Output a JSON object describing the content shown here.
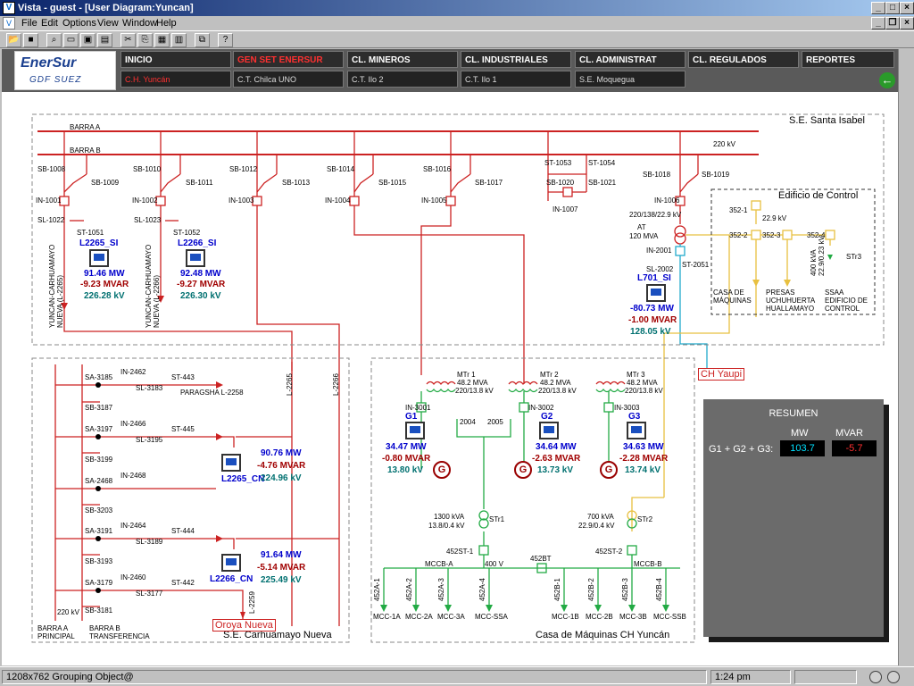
{
  "window": {
    "title": "Vista - guest - [User Diagram:Yuncan]"
  },
  "menu": [
    "File",
    "Edit",
    "Options",
    "View",
    "Window",
    "Help"
  ],
  "nav": {
    "top": [
      "INICIO",
      "GEN SET ENERSUR",
      "CL. MINEROS",
      "CL. INDUSTRIALES",
      "CL. ADMINISTRAT",
      "CL. REGULADOS",
      "REPORTES"
    ],
    "bottom": [
      "C.H. Yuncán",
      "C.T. Chilca UNO",
      "C.T. Ilo 2",
      "C.T. Ilo 1",
      "S.E. Moquegua"
    ]
  },
  "logo": {
    "line1": "EnerSur",
    "line2": "GDF SUEZ"
  },
  "colors": {
    "line_red": "#cc2222",
    "line_green": "#22aa44",
    "line_yellow": "#e8c040",
    "line_cyan": "#22aacc"
  },
  "santa_isabel": {
    "title": "S.E. Santa Isabel",
    "barra_a": "BARRA A",
    "barra_b": "BARRA B",
    "kv": "220 kV",
    "labels": [
      "SB-1008",
      "SB-1009",
      "SB-1010",
      "SB-1011",
      "SB-1012",
      "SB-1013",
      "SB-1014",
      "SB-1015",
      "SB-1016",
      "SB-1017",
      "ST-1053",
      "ST-1054",
      "SB-1020",
      "SB-1021",
      "SB-1018",
      "SB-1019",
      "IN-1001",
      "IN-1002",
      "IN-1003",
      "IN-1004",
      "IN-1005",
      "IN-1007",
      "IN-1006",
      "SL-1022",
      "ST-1051",
      "SL-1023",
      "ST-1052",
      "220/138/22.9 kV",
      "AT",
      "120 MVA",
      "IN-2001",
      "ST-2051",
      "SL-2002"
    ],
    "l2265": {
      "name": "L2265_SI",
      "mw": "91.46 MW",
      "mvar": "-9.23 MVAR",
      "kv": "226.28 kV",
      "line": "YUNCAN-CARHUAMAYO NUEVA (L-2265)"
    },
    "l2266": {
      "name": "L2266_SI",
      "mw": "92.48 MW",
      "mvar": "-9.27 MVAR",
      "kv": "226.30 kV",
      "line": "YUNCAN-CARHUAMAYO NUEVA (L-2266)"
    },
    "l701": {
      "name": "L701_SI",
      "mw": "-80.73 MW",
      "mvar": "-1.00 MVAR",
      "kv": "128.05 kV"
    }
  },
  "edificio": {
    "title": "Edificio de Control",
    "labels": [
      "352-1",
      "22.9 kV",
      "352-2",
      "352-3",
      "352-4",
      "400 kVA",
      "22.9/0.23 kV",
      "STr3"
    ],
    "loads": [
      "CASA DE MÁQUINAS",
      "PRESAS UCHUHUERTA HUALLAMAYO",
      "SSAA EDIFICIO DE CONTROL"
    ]
  },
  "ch_yaupi": "CH Yaupi",
  "carhuamayo": {
    "title": "S.E. Carhuamayo Nueva",
    "kv": "220 kV",
    "barra_p": "BARRA A PRINCIPAL",
    "barra_t": "BARRA B TRANSFERENCIA",
    "labels": [
      "SA-3185",
      "IN-2462",
      "ST-443",
      "SL-3183",
      "SB-3187",
      "PARAGSHA L-2258",
      "SA-3197",
      "IN-2466",
      "ST-445",
      "SL-3195",
      "SB-3199",
      "SA-2468",
      "IN-2468",
      "SB-3203",
      "SA-3191",
      "IN-2464",
      "ST-444",
      "SL-3189",
      "SB-3193",
      "SA-3179",
      "IN-2460",
      "ST-442",
      "SL-3177",
      "SB-3181",
      "L-2265",
      "L-2266",
      "L-2259"
    ],
    "l2265": {
      "name": "L2265_CN",
      "mw": "90.76 MW",
      "mvar": "-4.76 MVAR",
      "kv": "224.96 kV"
    },
    "l2266": {
      "name": "L2266_CN",
      "mw": "91.64 MW",
      "mvar": "-5.14 MVAR",
      "kv": "225.49 kV"
    },
    "oroya": "Oroya Nueva"
  },
  "casa": {
    "title": "Casa de Máquinas CH Yuncán",
    "mtr": [
      {
        "name": "MTr 1",
        "mva": "48.2 MVA",
        "kv": "220/13.8 kV"
      },
      {
        "name": "MTr 2",
        "mva": "48.2 MVA",
        "kv": "220/13.8 kV"
      },
      {
        "name": "MTr 3",
        "mva": "48.2 MVA",
        "kv": "220/13.8 kV"
      }
    ],
    "gens": [
      {
        "in": "IN-3001",
        "name": "G1",
        "mw": "34.47 MW",
        "mvar": "-0.80 MVAR",
        "kv": "13.80 kV"
      },
      {
        "in": "IN-3002",
        "name": "G2",
        "mw": "34.64 MW",
        "mvar": "-2.63 MVAR",
        "kv": "13.73 kV"
      },
      {
        "in": "IN-3003",
        "name": "G3",
        "mw": "34.63 MW",
        "mvar": "-2.28 MVAR",
        "kv": "13.74 kV"
      }
    ],
    "gen_symbol": "G",
    "labels": [
      "2004",
      "2005",
      "1300 kVA",
      "13.8/0.4 kV",
      "STr1",
      "700 kVA",
      "22.9/0.4 kV",
      "STr2",
      "452ST-1",
      "452BT",
      "452ST-2",
      "MCCB-A",
      "400 V",
      "MCCB-B"
    ],
    "feeders": [
      "452A-1",
      "452A-2",
      "452A-3",
      "452A-4",
      "452B-1",
      "452B-2",
      "452B-3",
      "452B-4"
    ],
    "mccs": [
      "MCC-1A",
      "MCC-2A",
      "MCC-3A",
      "MCC-SSA",
      "MCC-1B",
      "MCC-2B",
      "MCC-3B",
      "MCC-SSB"
    ]
  },
  "resumen": {
    "title": "RESUMEN",
    "label": "G1 + G2 + G3:",
    "mw_header": "MW",
    "mvar_header": "MVAR",
    "mw": "103.7",
    "mvar": "-5.7"
  },
  "status": {
    "text": "1208x762 Grouping Object@",
    "time": "1:24 pm"
  }
}
